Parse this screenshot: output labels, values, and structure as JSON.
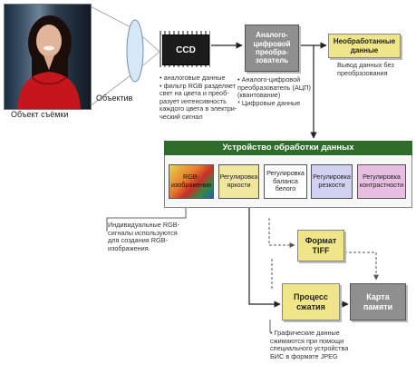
{
  "subject": {
    "caption": "Объект съёмки"
  },
  "lens": {
    "caption": "Объектив"
  },
  "ccd": {
    "label": "CCD",
    "notes": [
      "• аналоговые данные",
      "• фильтр RGB разделяет",
      "свет на цвета и преоб-",
      "разует интенсивность",
      "каждого цвета в электри-",
      "ческий сигнал"
    ]
  },
  "adc": {
    "label_lines": [
      "Аналого-",
      "цифровой",
      "преобра-",
      "зователь"
    ],
    "notes": [
      "• Аналого-цифровой",
      "преобразователь (АЦП)",
      "(квантование)",
      "* Цифровые данные"
    ]
  },
  "raw": {
    "label_lines": [
      "Необработанные",
      "данные"
    ],
    "notes": [
      "Вывод данных без",
      "преобразования"
    ]
  },
  "processor": {
    "title": "Устройство обработки данных",
    "items": [
      {
        "label_lines": [
          "RGB-",
          "изображения"
        ]
      },
      {
        "label_lines": [
          "Регулировка",
          "яркости"
        ]
      },
      {
        "label_lines": [
          "Регулировка",
          "баланса",
          "белого"
        ]
      },
      {
        "label_lines": [
          "Регулировка",
          "резкости"
        ]
      },
      {
        "label_lines": [
          "Регулировка",
          "контрастности"
        ]
      }
    ],
    "colors": {
      "bar": "#2f6b2b",
      "brightness": "#efe7a0",
      "white_balance": "#ffffff",
      "sharpness": "#d3d1f2",
      "contrast": "#e7bde0"
    }
  },
  "rgb_note": [
    "Индивидуальные RGB-",
    "сигналы используются",
    "для создания RGB-",
    "изображения."
  ],
  "tiff": {
    "label_lines": [
      "Формат",
      "TIFF"
    ]
  },
  "compress": {
    "label_lines": [
      "Процесс",
      "сжатия"
    ],
    "notes": [
      "• Графические данные",
      "сжимаются при помощи",
      "специального устройства",
      "БИС в формате JPEG"
    ]
  },
  "card": {
    "label_lines": [
      "Карта",
      "памяти"
    ]
  }
}
